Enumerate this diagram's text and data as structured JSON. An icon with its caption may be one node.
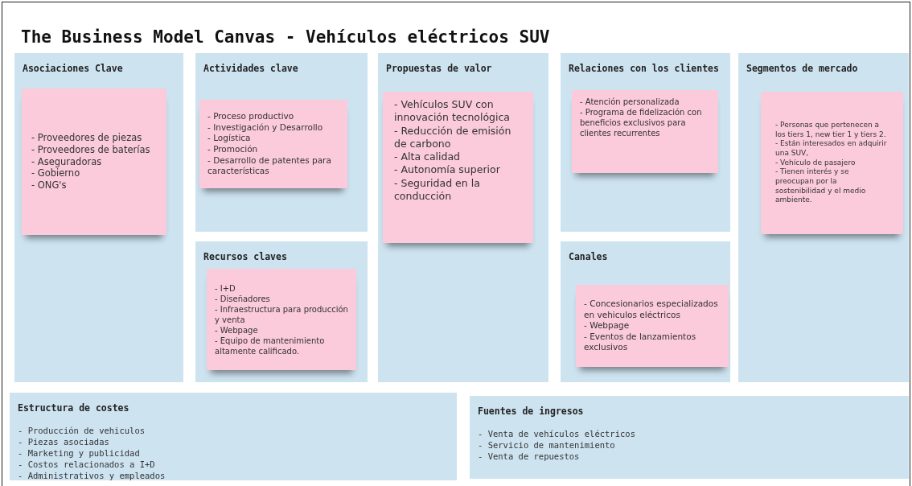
{
  "diagram": {
    "title": "The Business Model Canvas - Vehículos eléctricos SUV",
    "nodes": [
      {
        "text": [
          "Asociaciones Clave"
        ]
      },
      {
        "text": [
          "- Proveedores de piezas",
          "- Proveedores de baterías",
          "- Aseguradoras",
          "- Gobierno",
          "- ONG's"
        ],
        "in": 0
      },
      {
        "text": [
          "Actividades clave"
        ]
      },
      {
        "text": [
          "- Proceso productivo",
          "- Investigación y Desarrollo",
          "- Logística",
          "- Promoción",
          "- Desarrollo de patentes para características"
        ],
        "in": 2
      },
      {
        "text": [
          "Recursos claves"
        ]
      },
      {
        "text": [
          "- I+D",
          "- Diseñadores",
          "- Infraestructura para producción y venta",
          "- Webpage",
          "- Equipo de mantenimiento altamente calificado."
        ],
        "in": 4
      },
      {
        "text": [
          "Propuestas de valor"
        ]
      },
      {
        "text": [
          "- Vehículos SUV con innovación tecnológica",
          "- Reducción de emisión de carbono",
          "- Alta calidad",
          "- Autonomía superior",
          "- Seguridad en la conducción"
        ],
        "in": 6
      },
      {
        "text": [
          "Relaciones con los clientes"
        ]
      },
      {
        "text": [
          "- Atención personalizada",
          "- Programa de fidelización con beneficios exclusivos para clientes recurrentes"
        ],
        "in": 8
      },
      {
        "text": [
          "Canales"
        ]
      },
      {
        "text": [
          "- Concesionarios especializados en vehiculos eléctricos",
          "- Webpage",
          "- Eventos de lanzamientos exclusivos"
        ],
        "in": 10
      },
      {
        "text": [
          "Segmentos de mercado"
        ]
      },
      {
        "text": [
          "- Personas que pertenecen a los tiers 1, new tier 1 y tiers 2.",
          "- Están interesados en adquirir una SUV,",
          "- Vehículo de pasajero",
          "- Tienen interés y se preocupan por la sostenibilidad y el medio ambiente."
        ],
        "in": 12
      },
      {
        "text": [
          "Estructura de costes",
          "- Producción de vehiculos - Piezas asociadas - Marketing y publicidad - Costos relacionados a I+D - Administrativos y empleados"
        ]
      },
      {
        "text": [
          "Fuentes de ingresos",
          "- Venta de vehículos eléctricos - Servicio de mantenimiento - Venta de repuestos"
        ]
      }
    ]
  }
}
